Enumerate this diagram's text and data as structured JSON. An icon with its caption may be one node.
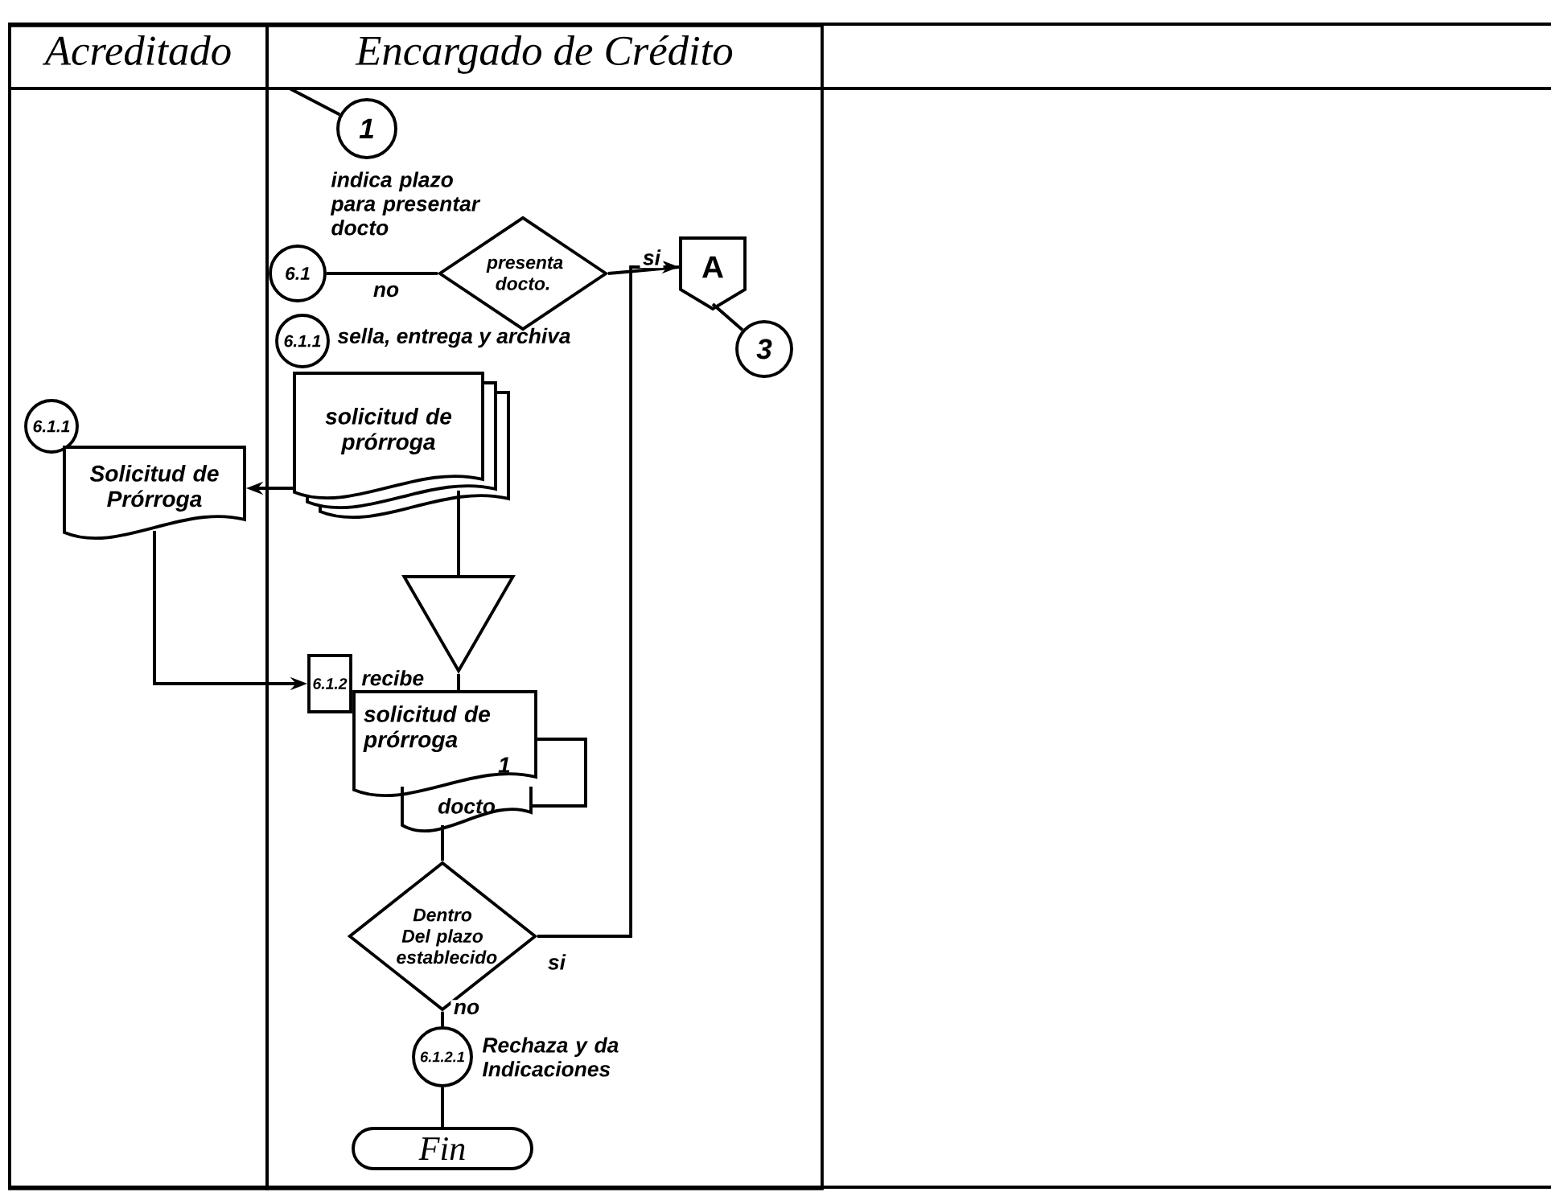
{
  "diagram": {
    "nodes": [
      {
        "text": [
          "Acreditado"
        ]
      },
      {
        "text": [
          "Encargado de Crédito"
        ]
      },
      {
        "text": [
          "1"
        ],
        "in": 1
      },
      {
        "text": [
          "6.1"
        ],
        "in": 1,
        "beside": [
          "indica plazo para presentar docto"
        ]
      },
      {
        "text": [
          "presenta docto."
        ],
        "in": 1
      },
      {
        "text": [
          "A"
        ],
        "in": 1
      },
      {
        "text": [
          "3"
        ],
        "in": 1
      },
      {
        "text": [
          "6.1.1"
        ],
        "in": 1,
        "beside": [
          "sella, entrega y archiva"
        ]
      },
      {
        "text": [
          "solicitud de prórroga"
        ],
        "in": 1
      },
      {
        "text": [
          "6.1.1"
        ],
        "in": 0
      },
      {
        "text": [
          "Solicitud de Prórroga"
        ],
        "in": 0
      },
      {
        "text": [],
        "shape": "triangle",
        "in": 1
      },
      {
        "text": [
          "6.1.2"
        ],
        "in": 1
      },
      {
        "text": [
          "solicitud de prórroga",
          "1"
        ],
        "in": 1,
        "beside": [
          "recibe"
        ]
      },
      {
        "text": [
          "docto"
        ],
        "in": 1
      },
      {
        "text": [
          "Dentro Del plazo establecido"
        ],
        "in": 1
      },
      {
        "text": [
          "6.1.2.1"
        ],
        "in": 1,
        "beside": [
          "Rechaza y da Indicaciones"
        ]
      },
      {
        "text": [
          "Fin"
        ],
        "in": 1
      }
    ],
    "edges": [
      {
        "from": null,
        "to": 2,
        "arrow": "none"
      },
      {
        "from": 4,
        "to": 3,
        "arrow": "none",
        "label": "no"
      },
      {
        "from": 4,
        "to": 5,
        "arrow": "none",
        "label": "si"
      },
      {
        "from": 5,
        "to": 6,
        "arrow": "none"
      },
      {
        "from": 8,
        "to": 10,
        "arrow": "to"
      },
      {
        "from": 8,
        "to": 11,
        "arrow": "none"
      },
      {
        "from": 11,
        "to": 13,
        "arrow": "none"
      },
      {
        "from": 10,
        "to": 12,
        "arrow": "to"
      },
      {
        "from": 13,
        "to": 14,
        "arrow": "none"
      },
      {
        "from": 14,
        "to": 15,
        "arrow": "none"
      },
      {
        "from": 15,
        "to": 5,
        "arrow": "to",
        "label": "si"
      },
      {
        "from": 15,
        "to": 16,
        "arrow": "none",
        "label": "no"
      },
      {
        "from": 16,
        "to": 17,
        "arrow": "none"
      }
    ]
  }
}
